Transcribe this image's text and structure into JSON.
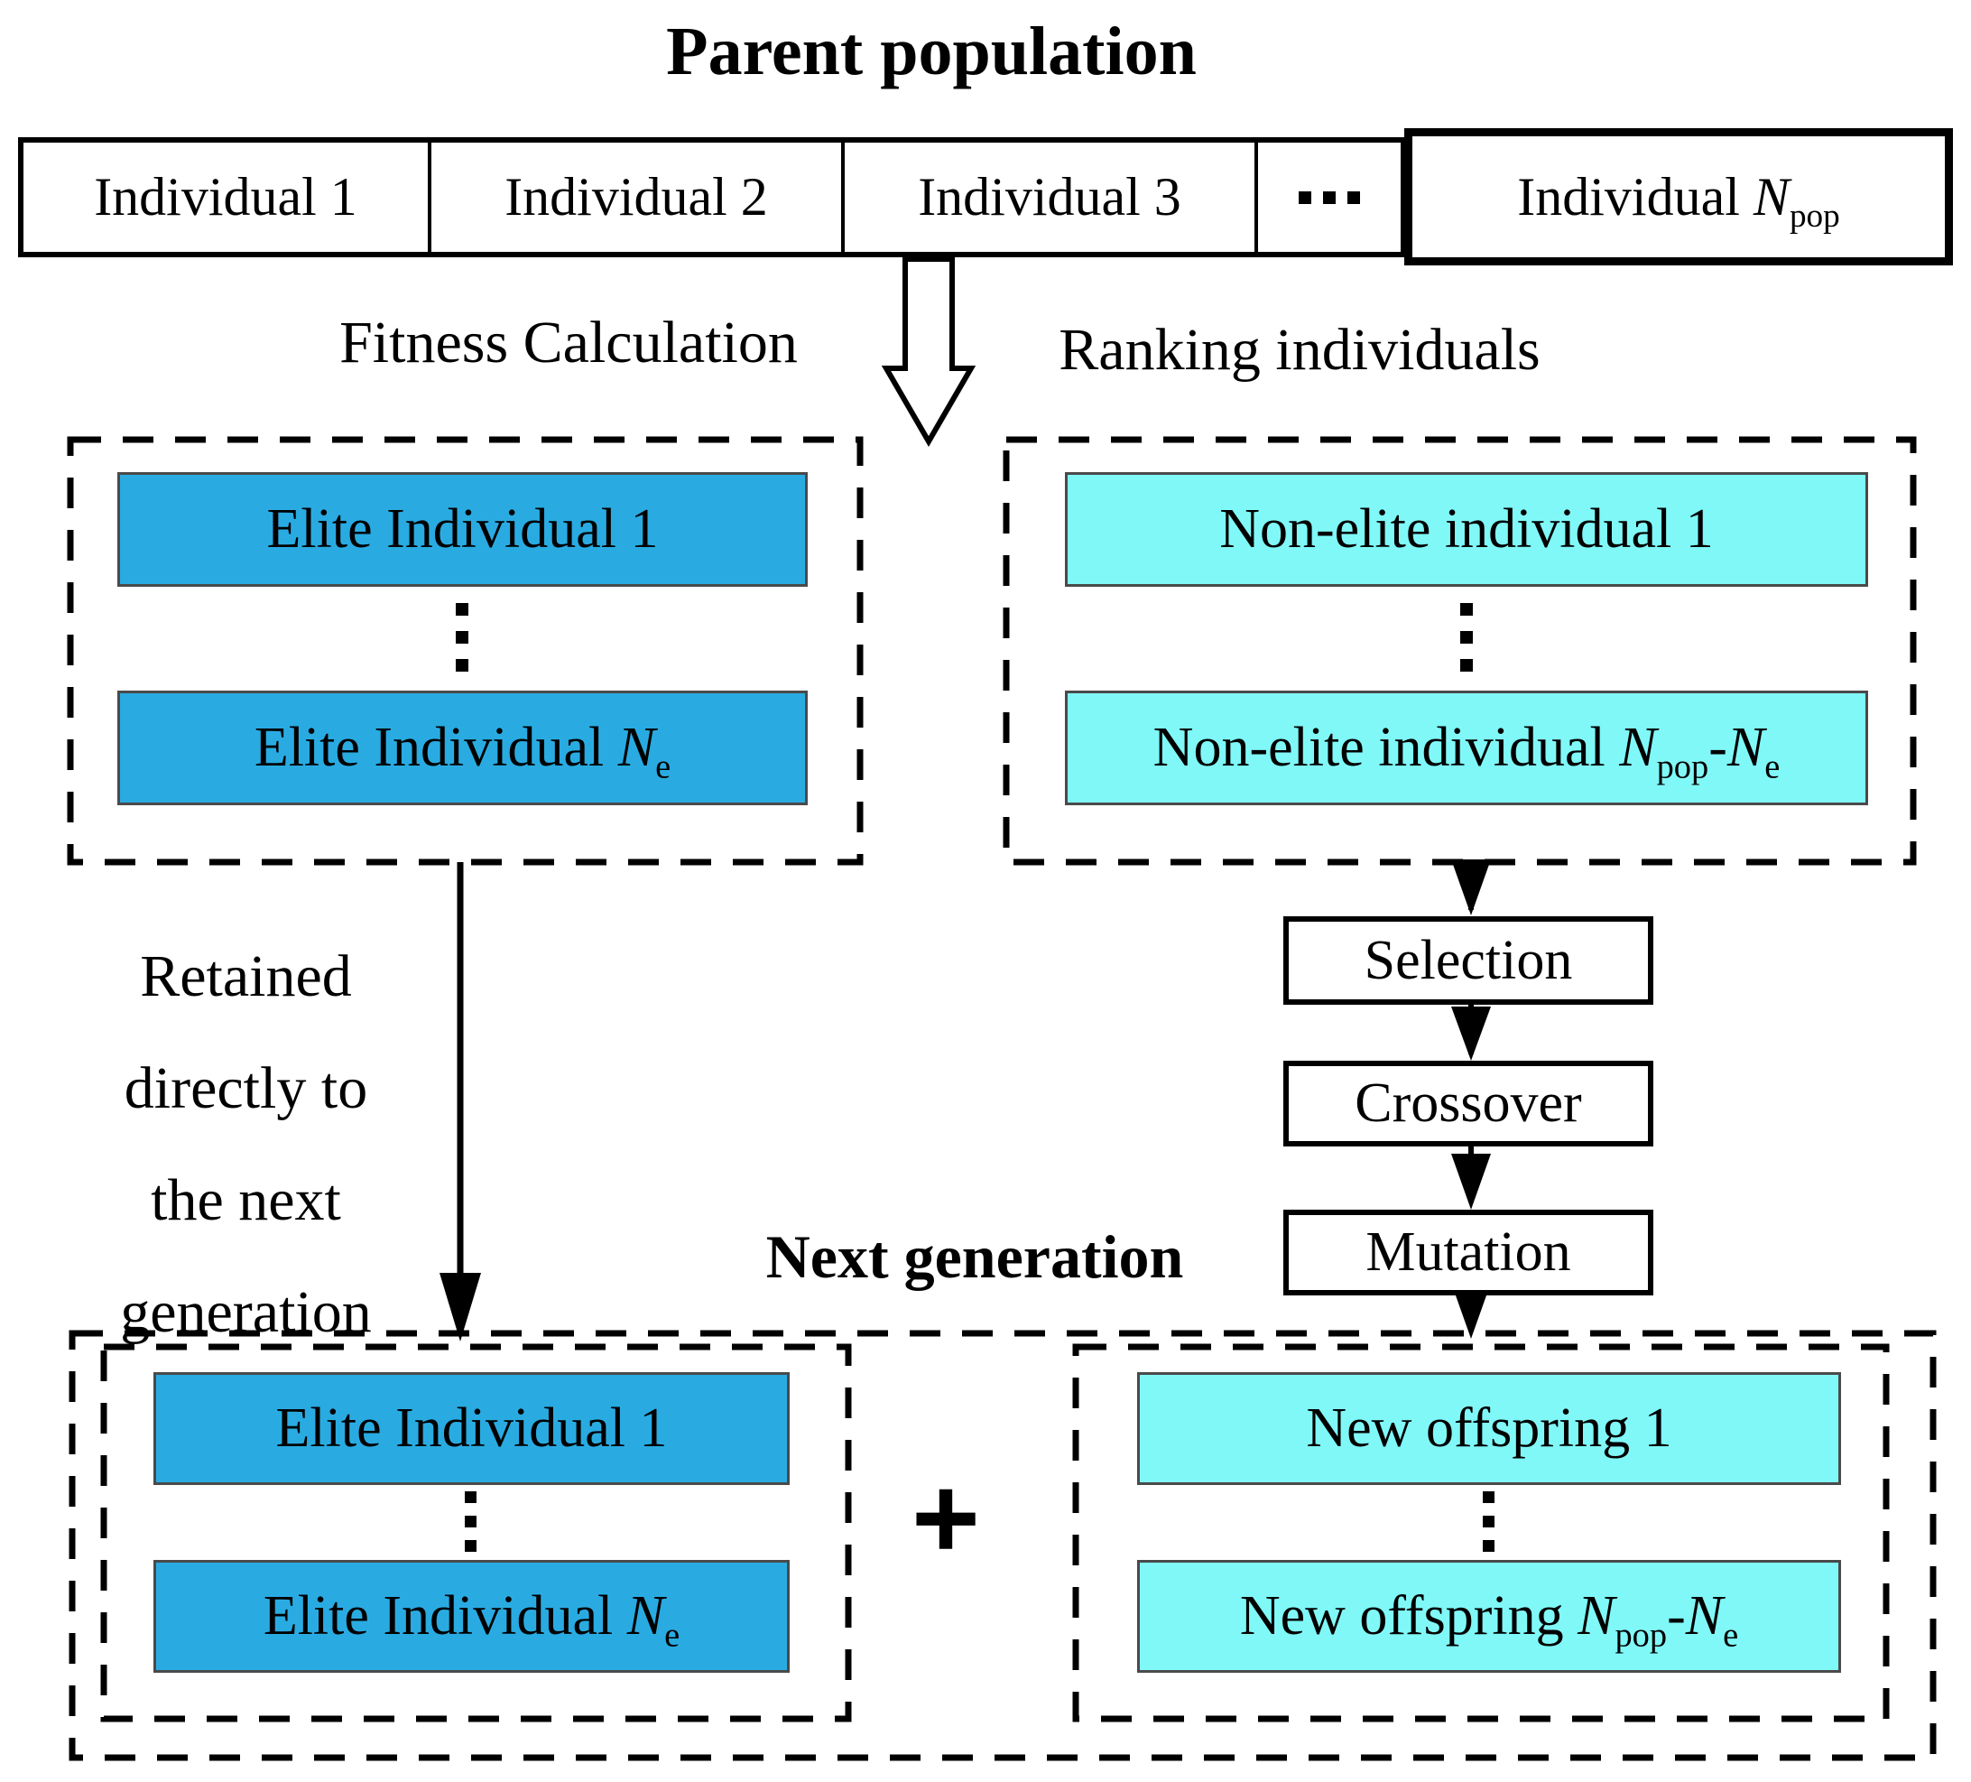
{
  "title": "Parent population",
  "parent_row": {
    "cells": [
      "Individual 1",
      "Individual 2",
      "Individual 3"
    ],
    "ellipsis": "···",
    "last_cell": {
      "pre": "Individual ",
      "var": "N",
      "sub": "pop"
    }
  },
  "flow_labels": {
    "fitness": "Fitness Calculation",
    "ranking": "Ranking individuals",
    "retained_lines": [
      "Retained",
      "directly to",
      "the next",
      "generation"
    ],
    "next_generation": "Next generation",
    "plus": "+"
  },
  "elite_top": {
    "box1": "Elite Individual 1",
    "box2": {
      "pre": "Elite Individual ",
      "var": "N",
      "sub": "e"
    }
  },
  "nonelite_top": {
    "box1": "Non-elite individual 1",
    "box2": {
      "pre": "Non-elite individual ",
      "var1": "N",
      "sub1": "pop",
      "dash": "-",
      "var2": "N",
      "sub2": "e"
    }
  },
  "process_steps": [
    "Selection",
    "Crossover",
    "Mutation"
  ],
  "elite_bottom": {
    "box1": "Elite Individual 1",
    "box2": {
      "pre": "Elite Individual ",
      "var": "N",
      "sub": "e"
    }
  },
  "offspring_bottom": {
    "box1": "New offspring 1",
    "box2": {
      "pre": "New offspring ",
      "var1": "N",
      "sub1": "pop",
      "dash": "-",
      "var2": "N",
      "sub2": "e"
    }
  },
  "icons": {
    "horizontal_ellipsis": "···",
    "vertical_ellipsis": "⋮",
    "hollow_down_arrow": "⇩",
    "solid_down_arrow": "↓"
  },
  "colors": {
    "elite_fill": "#29abe2",
    "nonelite_fill": "#80f8f8",
    "line": "#000000",
    "box_border": "#4a4a4a",
    "background": "#ffffff"
  }
}
